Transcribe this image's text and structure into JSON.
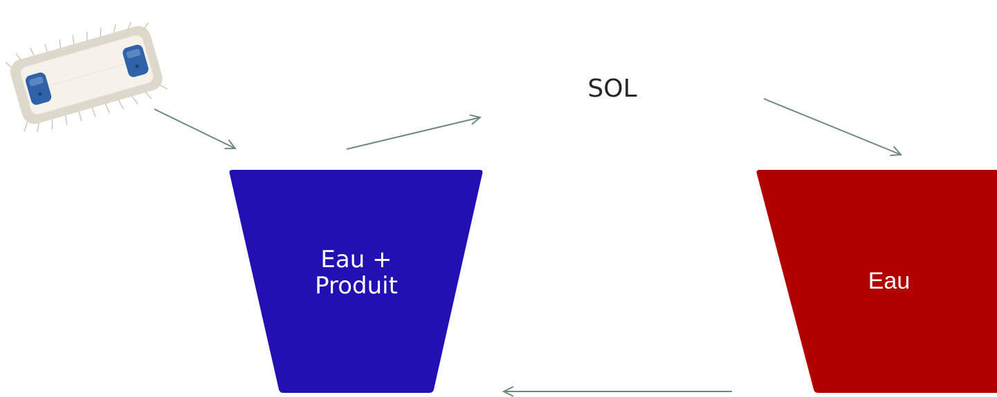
{
  "diagram": {
    "nodes": {
      "sol": {
        "label": "SOL"
      },
      "bucket_blue": {
        "line1": "Eau +",
        "line2": "Produit",
        "color": "#2310b3"
      },
      "bucket_red": {
        "label": "Eau",
        "color": "#b00000"
      }
    },
    "edges": [
      {
        "from": "mop",
        "to": "bucket_blue"
      },
      {
        "from": "bucket_blue",
        "to": "sol"
      },
      {
        "from": "sol",
        "to": "bucket_red"
      },
      {
        "from": "bucket_red",
        "to": "bucket_blue"
      }
    ],
    "arrow_color": "#6f8a7d",
    "mop": {
      "icon": "mop-head-icon",
      "pad_color": "#f4f1ea",
      "fringe_color": "#d9d4c6",
      "clip_color": "#2f62a8"
    }
  }
}
